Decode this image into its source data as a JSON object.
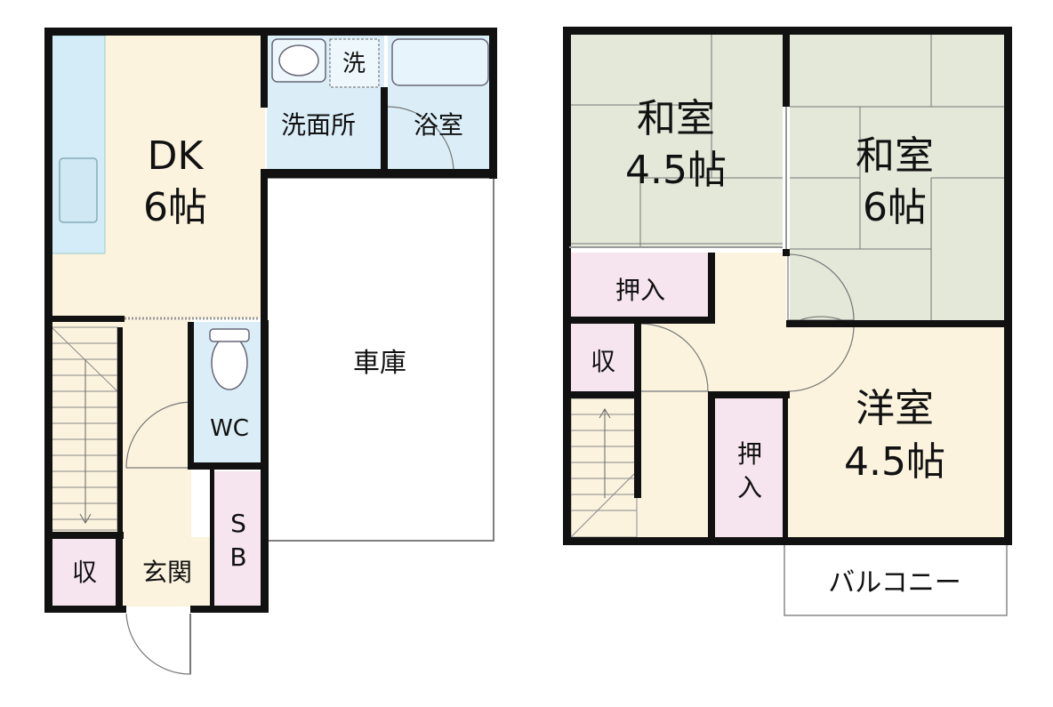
{
  "floor1": {
    "dk": {
      "name": "DK",
      "size": "6帖"
    },
    "washroom": "洗面所",
    "washer": "洗",
    "bath": "浴室",
    "garage": "車庫",
    "wc": "WC",
    "storage": "収",
    "entrance": "玄関",
    "shoe_box": {
      "line1": "S",
      "line2": "B"
    }
  },
  "floor2": {
    "washitsu_a": {
      "name": "和室",
      "size": "4.5帖"
    },
    "washitsu_b": {
      "name": "和室",
      "size": "6帖"
    },
    "oshiire_a": "押入",
    "storage": "収",
    "oshiire_b": {
      "line1": "押",
      "line2": "入"
    },
    "yoshitsu": {
      "name": "洋室",
      "size": "4.5帖"
    },
    "balcony": "バルコニー"
  },
  "colors": {
    "wall": "#111111",
    "dk_floor": "#fbf3de",
    "wet_area": "#dbeef8",
    "tatami": "#e3e8d9",
    "closet": "#f6e4ee",
    "hall": "#fbf3de",
    "garage": "#ffffff"
  }
}
